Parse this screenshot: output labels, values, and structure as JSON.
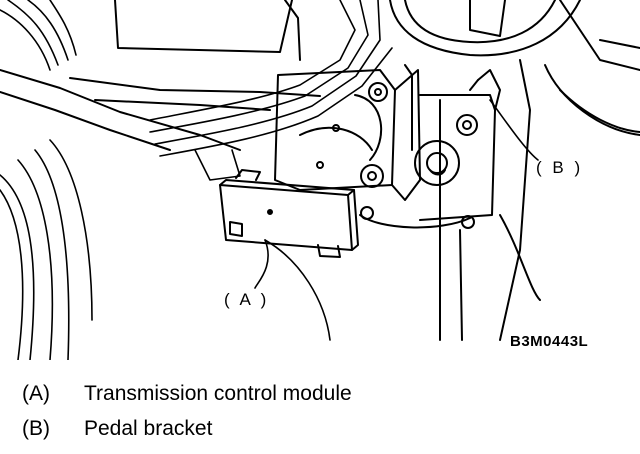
{
  "figure": {
    "callouts": [
      {
        "id": "a",
        "text": "( A )"
      },
      {
        "id": "b",
        "text": "( B )"
      }
    ],
    "code": "B3M0443L"
  },
  "legend": [
    {
      "key": "(A)",
      "label": "Transmission control module"
    },
    {
      "key": "(B)",
      "label": "Pedal bracket"
    }
  ]
}
